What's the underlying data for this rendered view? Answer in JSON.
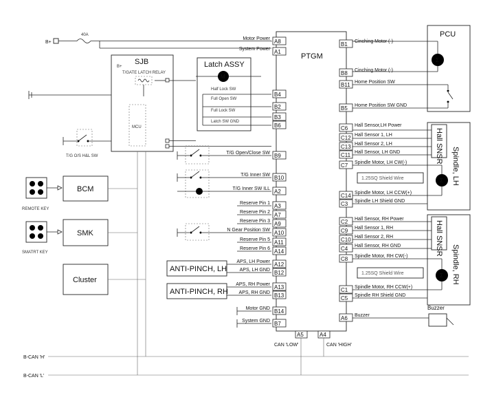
{
  "power": {
    "bplus": "B+",
    "fuse": "40A"
  },
  "sjb": {
    "label": "SJB",
    "bplus": "B+",
    "relay": "T/GATE LATCH RELAY",
    "mcu": "MCU"
  },
  "latch": {
    "label": "Latch ASSY",
    "motor": "M",
    "sw1": "Half Lock SW",
    "sw2": "Full Open SW",
    "sw3": "Full Lock SW",
    "sw4": "Latch SW GND"
  },
  "tgsw": {
    "label": "T/G O/S H&L SW"
  },
  "ptgm": {
    "label": "PTGM"
  },
  "pcu": {
    "label": "PCU"
  },
  "hall_lh": {
    "label": "Hall SNSR"
  },
  "hall_rh": {
    "label": "Hall SNSR"
  },
  "spindle_lh": {
    "label": "Spindle, LH",
    "wire": "1.25SQ Shield Wire"
  },
  "spindle_rh": {
    "label": "Spindle, RH",
    "wire": "1.25SQ Shield Wire"
  },
  "bcm": {
    "label": "BCM"
  },
  "smk": {
    "label": "SMK"
  },
  "cluster": {
    "label": "Cluster"
  },
  "remote": {
    "label": "REMOTE KEY"
  },
  "smart": {
    "label": "SMATRT KEY"
  },
  "ap_lh": {
    "label": "ANTI-PINCH, LH"
  },
  "ap_rh": {
    "label": "ANTI-PINCH, RH"
  },
  "buzzer": {
    "label": "Buzzer"
  },
  "can_h": {
    "label": "B-CAN 'H'",
    "pin": "CAN 'HIGH'"
  },
  "can_l": {
    "label": "B-CAN 'L'",
    "pin": "CAN 'LOW'"
  },
  "left_pins": [
    {
      "pin": "A8",
      "label": "Motor Power"
    },
    {
      "pin": "A1",
      "label": "System Power"
    },
    {
      "pin": "B4",
      "label": ""
    },
    {
      "pin": "B2",
      "label": ""
    },
    {
      "pin": "B3",
      "label": ""
    },
    {
      "pin": "B6",
      "label": ""
    },
    {
      "pin": "B9",
      "label": "T/G Open/Close SW"
    },
    {
      "pin": "B10",
      "label": "T/G Inner SW"
    },
    {
      "pin": "A2",
      "label": "T/G Inner SW ILL"
    },
    {
      "pin": "A3",
      "label": "Reserve Pin 1"
    },
    {
      "pin": "A7",
      "label": "Reserve Pin 2"
    },
    {
      "pin": "A9",
      "label": "Reserve Pin 3"
    },
    {
      "pin": "A10",
      "label": "N Gear Position SW"
    },
    {
      "pin": "A11",
      "label": "Reserve Pin 5"
    },
    {
      "pin": "A14",
      "label": "Reserve Pin 6"
    },
    {
      "pin": "A12",
      "label": "APS, LH Power"
    },
    {
      "pin": "B12",
      "label": "APS, LH GND"
    },
    {
      "pin": "A13",
      "label": "APS, RH Power"
    },
    {
      "pin": "B13",
      "label": "APS, RH GND"
    },
    {
      "pin": "B14",
      "label": "Motor GND"
    },
    {
      "pin": "B7",
      "label": "System GND"
    }
  ],
  "right_pins": [
    {
      "pin": "B1",
      "label": "Cinching Motor (-)"
    },
    {
      "pin": "B8",
      "label": "Cinching Motor (-)"
    },
    {
      "pin": "B11",
      "label": "Home Position SW"
    },
    {
      "pin": "B5",
      "label": "Home Position SW GND"
    },
    {
      "pin": "C6",
      "label": "Hall Sensor,LH Power"
    },
    {
      "pin": "C12",
      "label": "Hall Sensor 1, LH"
    },
    {
      "pin": "C13",
      "label": "Hall Sensor 2, LH"
    },
    {
      "pin": "C11",
      "label": "Hall Sensor, LH GND"
    },
    {
      "pin": "C7",
      "label": "Spindle Motor, LH CW(-)"
    },
    {
      "pin": "C14",
      "label": "Spindle Motor, LH CCW(+)"
    },
    {
      "pin": "C3",
      "label": "Spindle LH Shield GND"
    },
    {
      "pin": "C2",
      "label": "Hall Sensor, RH Power"
    },
    {
      "pin": "C9",
      "label": "Hall Sensor 1, RH"
    },
    {
      "pin": "C10",
      "label": "Hall Sensor 2, RH"
    },
    {
      "pin": "C4",
      "label": "Hall Sensor, RH GND"
    },
    {
      "pin": "C8",
      "label": "Spindle Motor, RH CW(-)"
    },
    {
      "pin": "C1",
      "label": "Spindle Motor, RH CCW(+)"
    },
    {
      "pin": "C5",
      "label": "Spindle RH Shield GND"
    },
    {
      "pin": "A6",
      "label": "Buzzer"
    }
  ],
  "bottom_pins": [
    {
      "pin": "A5"
    },
    {
      "pin": "A4"
    }
  ]
}
